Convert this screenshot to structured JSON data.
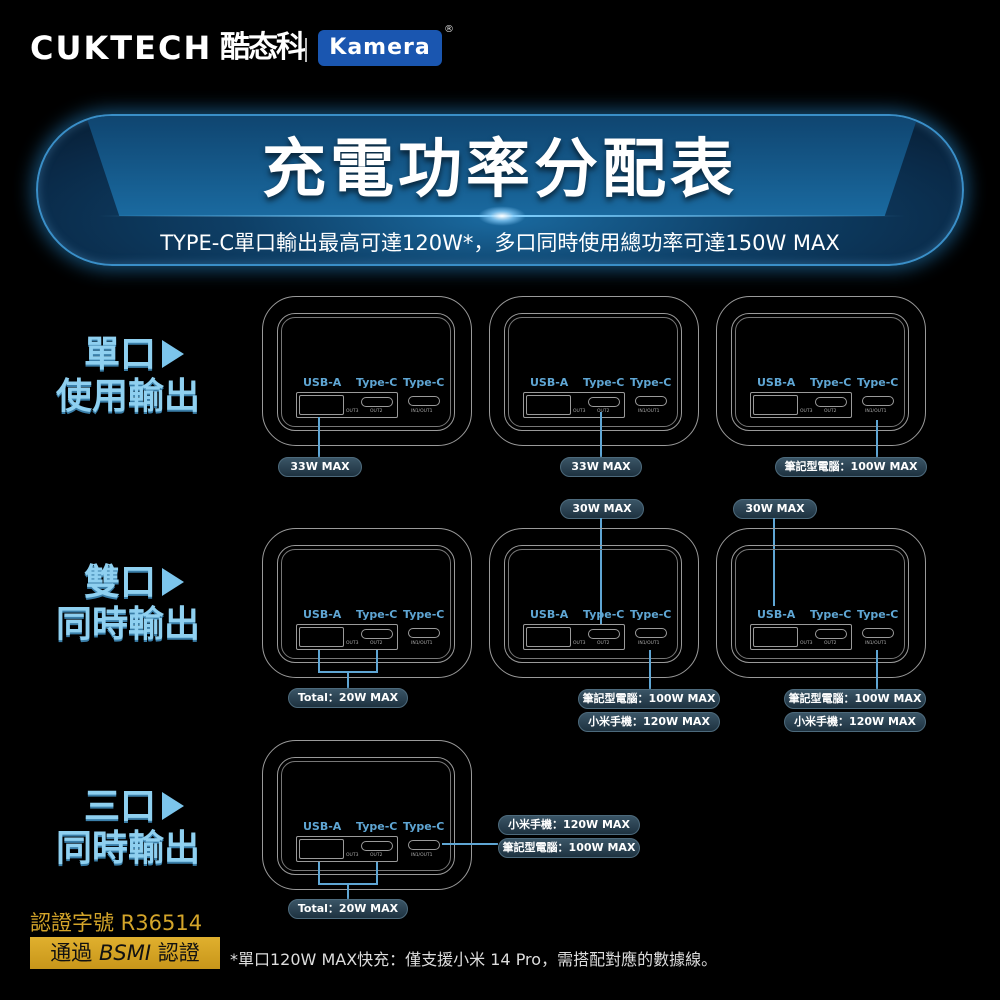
{
  "header": {
    "brand_en": "CUKTECH",
    "brand_cn": "酷态科",
    "partner": "Kamera",
    "registered_mark": "®"
  },
  "banner": {
    "title": "充電功率分配表",
    "subtitle": "TYPE-C單口輸出最高可達120W*，多口同時使用總功率可達150W MAX"
  },
  "port_labels": {
    "usb_a": "USB-A",
    "type_c_2": "Type-C",
    "type_c_1": "Type-C",
    "out3": "OUT3",
    "out2": "OUT2",
    "in1_out1": "IN1/OUT1"
  },
  "sections": [
    {
      "label_line1": "單口",
      "label_line2": "使用輸出",
      "devices": [
        {
          "pills": [
            "33W MAX"
          ],
          "connects": "USB-A"
        },
        {
          "pills": [
            "33W MAX"
          ],
          "connects": "Type-C OUT2"
        },
        {
          "pills": [
            "筆記型電腦：100W MAX"
          ],
          "connects": "Type-C IN1/OUT1"
        }
      ]
    },
    {
      "label_line1": "雙口",
      "label_line2": "同時輸出",
      "devices": [
        {
          "pills": [
            "Total：20W MAX"
          ],
          "connects": "USB-A + Type-C OUT2"
        },
        {
          "top_pill": "30W MAX",
          "pills": [
            "筆記型電腦：100W MAX",
            "小米手機：120W MAX"
          ],
          "connects": "Type-C OUT2 + Type-C IN1/OUT1"
        },
        {
          "top_pill": "30W MAX",
          "pills": [
            "筆記型電腦：100W MAX",
            "小米手機：120W MAX"
          ],
          "connects": "USB-A + Type-C IN1/OUT1"
        }
      ]
    },
    {
      "label_line1": "三口",
      "label_line2": "同時輸出",
      "devices": [
        {
          "pills": [
            "Total：20W MAX"
          ],
          "side_pills": [
            "小米手機：120W MAX",
            "筆記型電腦：100W MAX"
          ],
          "connects": "All ports"
        }
      ]
    }
  ],
  "footer": {
    "cert_number": "認證字號 R36514",
    "cert_badge_pre": "通過 ",
    "cert_badge_em": "BSMI",
    "cert_badge_post": " 認證",
    "footnote": "*單口120W MAX快充：僅支援小米 14 Pro，需搭配對應的數據線。"
  },
  "colors": {
    "background": "#000000",
    "accent_blue": "#5fa6d4",
    "label_blue": "#8fd0f0",
    "kamera_blue": "#1a56b0",
    "gold": "#d4a52a"
  }
}
